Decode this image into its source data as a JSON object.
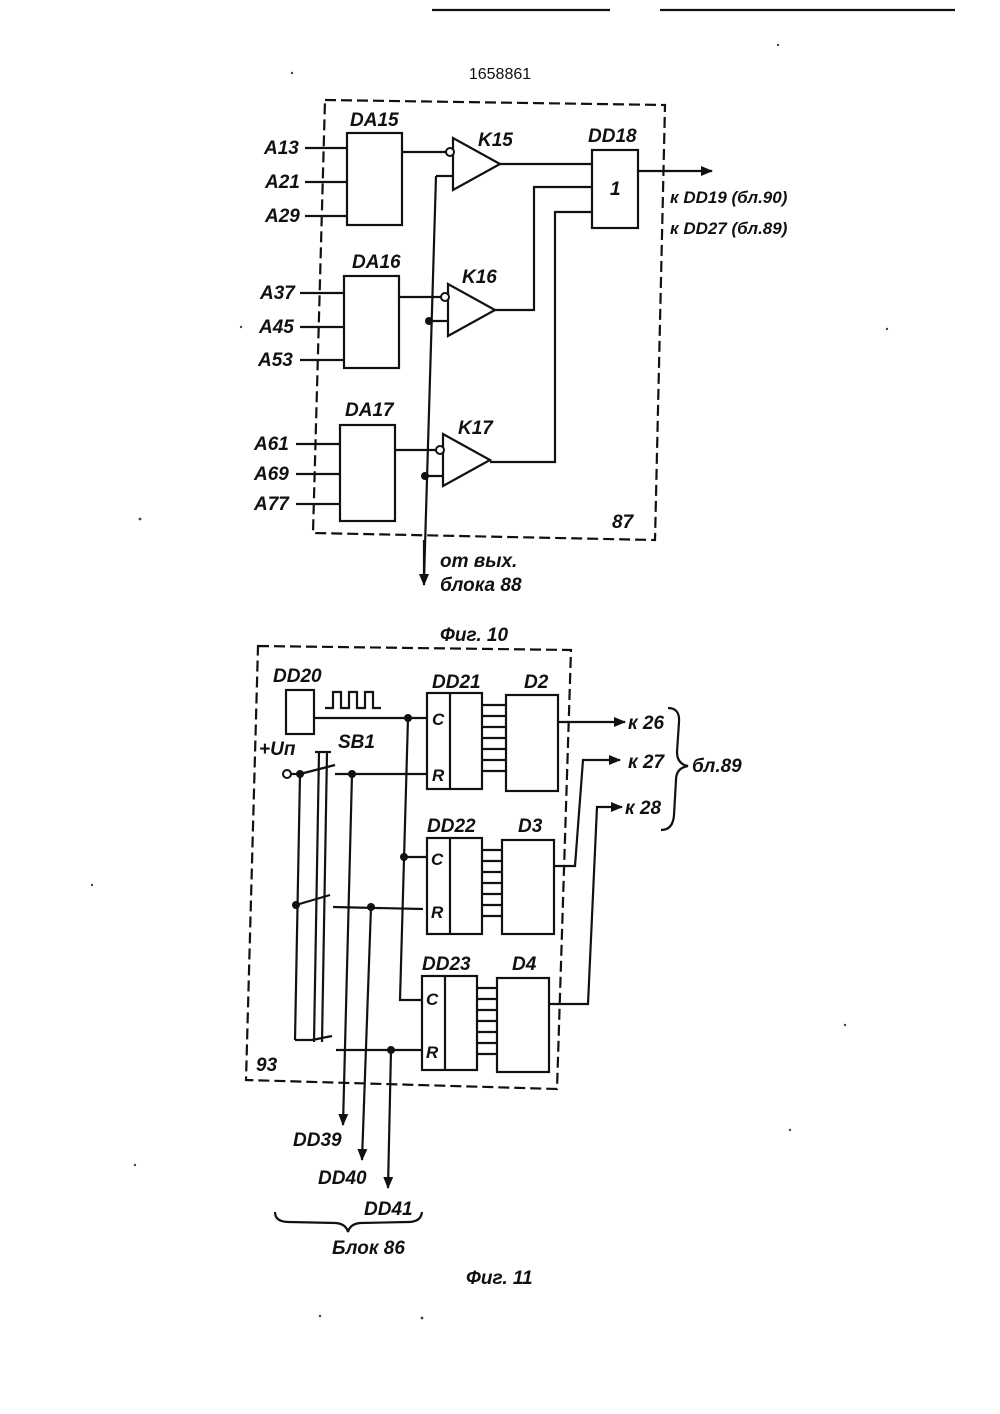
{
  "page_number": "1658861",
  "fig10": {
    "caption": "Фиг. 10",
    "block_number": "87",
    "elements": {
      "da15": "DA15",
      "da16": "DA16",
      "da17": "DA17",
      "k15": "K15",
      "k16": "K16",
      "k17": "K17",
      "dd18": "DD18",
      "dd18_symbol": "1"
    },
    "inputs": [
      "A13",
      "A21",
      "A29",
      "A37",
      "A45",
      "A53",
      "A61",
      "A69",
      "A77"
    ],
    "output_1": "к DD19 (бл.90)",
    "output_2": "к DD27 (бл.89)",
    "from_line1": "от вых.",
    "from_line2": "блока 88"
  },
  "fig11": {
    "caption": "Фиг. 11",
    "block_number": "93",
    "dd20": "DD20",
    "supply": "+Uп",
    "switch": "SB1",
    "counters": [
      "DD21",
      "DD22",
      "DD23"
    ],
    "decoders": [
      "D2",
      "D3",
      "D4"
    ],
    "pin_c": "C",
    "pin_r": "R",
    "outputs": [
      "к 26",
      "к 27",
      "к 28"
    ],
    "bus_label": "бл.89",
    "bottom": [
      "DD39",
      "DD40",
      "DD41"
    ],
    "block_label": "Блок 86"
  }
}
